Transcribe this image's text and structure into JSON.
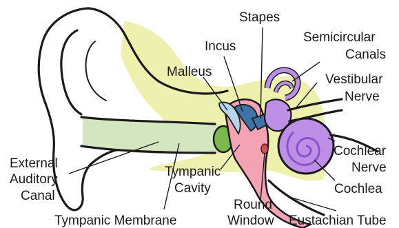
{
  "labels": {
    "stapes": "Stapes",
    "incus": "Incus",
    "malleus": "Malleus",
    "semicircular_1": "Semicircular",
    "semicircular_2": "Canals",
    "vestibular_1": "Vestibular",
    "vestibular_2": "Nerve",
    "cochlear_nerve_1": "Cochlear",
    "cochlear_nerve_2": "Nerve",
    "cochlea": "Cochlea",
    "external_1": "External",
    "external_2": "Auditory",
    "external_3": "Canal",
    "tympanic_cavity_1": "Tympanic",
    "tympanic_cavity_2": "Cavity",
    "round_window_1": "Round",
    "round_window_2": "Window",
    "tympanic_membrane": "Tympanic Membrane",
    "eustachian_tube": "Eustachian Tube"
  },
  "colors": {
    "bone_yellow": "#eef0ae",
    "canal_green": "#cfe2b8",
    "eardrum_green": "#7cb84e",
    "middle_pink": "#f4a3b4",
    "ossicle_blue": "#3e73a8",
    "ossicle_light": "#b6d4ea",
    "inner_purple": "#bd8fe6",
    "inner_purple_dark": "#8a52c8",
    "outline": "#1a1a1a"
  }
}
